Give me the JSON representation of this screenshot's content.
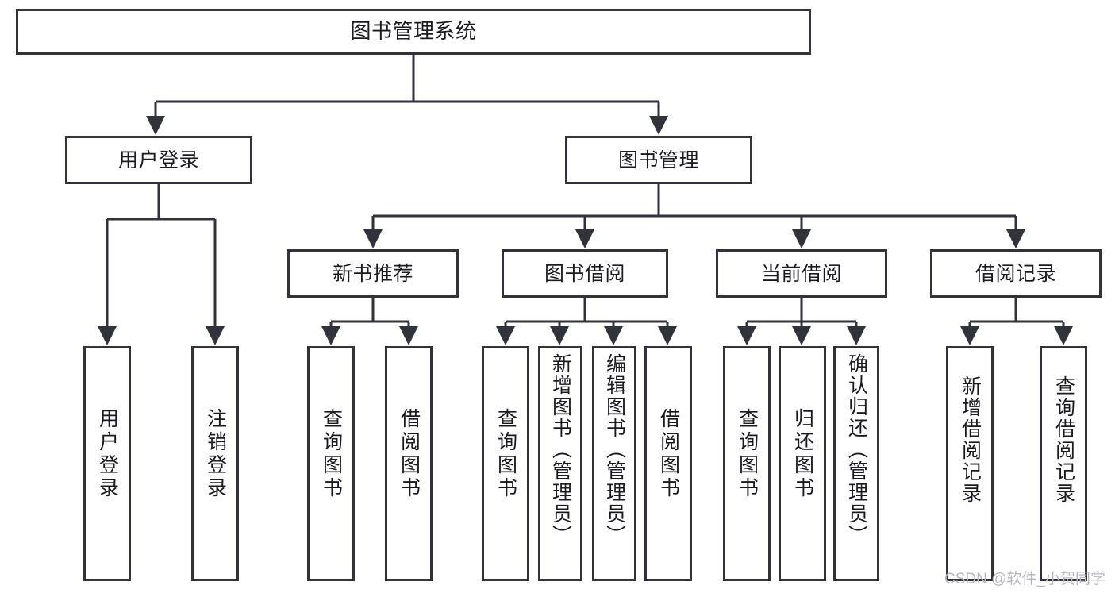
{
  "diagram": {
    "title": "图书管理系统",
    "type": "tree-hierarchy",
    "stroke_color": "#32323a",
    "fill_color": "#ffffff",
    "text_color": "#1b1b1f"
  },
  "nodes": {
    "root": {
      "label": "图书管理系统"
    },
    "level2": [
      {
        "id": "user-login",
        "label": "用户登录"
      },
      {
        "id": "book-management",
        "label": "图书管理"
      }
    ],
    "level3": [
      {
        "id": "new-book-recommend",
        "label": "新书推荐"
      },
      {
        "id": "book-borrow",
        "label": "图书借阅"
      },
      {
        "id": "current-borrow",
        "label": "当前借阅"
      },
      {
        "id": "borrow-record",
        "label": "借阅记录"
      }
    ],
    "leaves": [
      {
        "id": "leaf-user-login",
        "label": "用户登录",
        "parent": "user-login"
      },
      {
        "id": "leaf-logout-login",
        "label": "注销登录",
        "parent": "user-login"
      },
      {
        "id": "leaf-query-book-1",
        "label": "查询图书",
        "parent": "new-book-recommend"
      },
      {
        "id": "leaf-borrow-book-1",
        "label": "借阅图书",
        "parent": "new-book-recommend"
      },
      {
        "id": "leaf-query-book-2",
        "label": "查询图书",
        "parent": "book-borrow"
      },
      {
        "id": "leaf-add-book",
        "label": "新增图书（管理员）",
        "parent": "book-borrow"
      },
      {
        "id": "leaf-edit-book",
        "label": "编辑图书（管理员）",
        "parent": "book-borrow"
      },
      {
        "id": "leaf-borrow-book-2",
        "label": "借阅图书",
        "parent": "book-borrow"
      },
      {
        "id": "leaf-query-book-3",
        "label": "查询图书",
        "parent": "current-borrow"
      },
      {
        "id": "leaf-return-book",
        "label": "归还图书",
        "parent": "current-borrow"
      },
      {
        "id": "leaf-confirm-return",
        "label": "确认归还（管理员）",
        "parent": "current-borrow"
      },
      {
        "id": "leaf-add-record",
        "label": "新增借阅记录",
        "parent": "borrow-record"
      },
      {
        "id": "leaf-query-record",
        "label": "查询借阅记录",
        "parent": "borrow-record"
      }
    ]
  },
  "watermark": {
    "text": "CSDN @软件_小贺同学"
  }
}
